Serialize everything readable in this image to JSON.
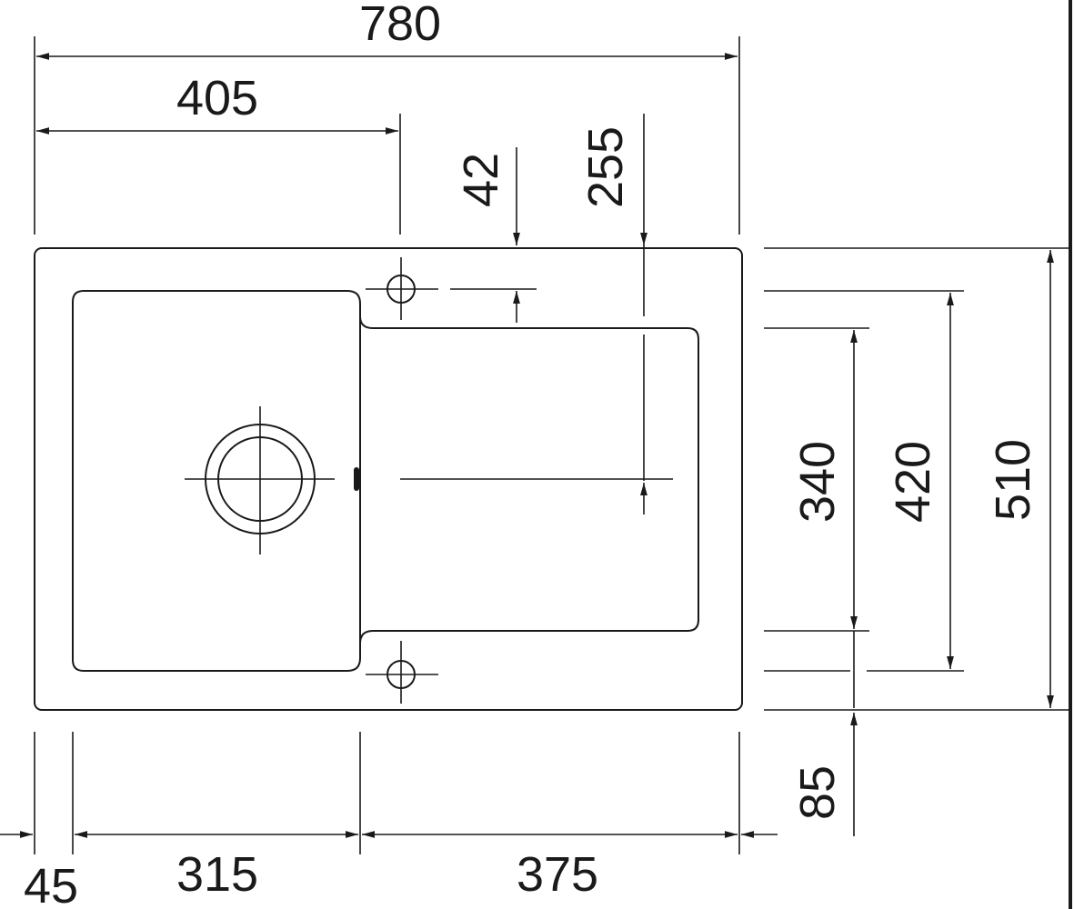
{
  "drawing": {
    "dimensions": {
      "overall_width": "780",
      "left_to_tap_hole": "405",
      "tap_hole_offset": "42",
      "drainer_depth": "255",
      "bowl_width_inner": "340",
      "bowl_depth_outer": "420",
      "overall_depth": "510",
      "front_offset": "85",
      "left_rim": "45",
      "bowl_width": "315",
      "drainer_width": "375"
    },
    "colors": {
      "line": "#1a1a1a",
      "background": "#ffffff"
    }
  }
}
